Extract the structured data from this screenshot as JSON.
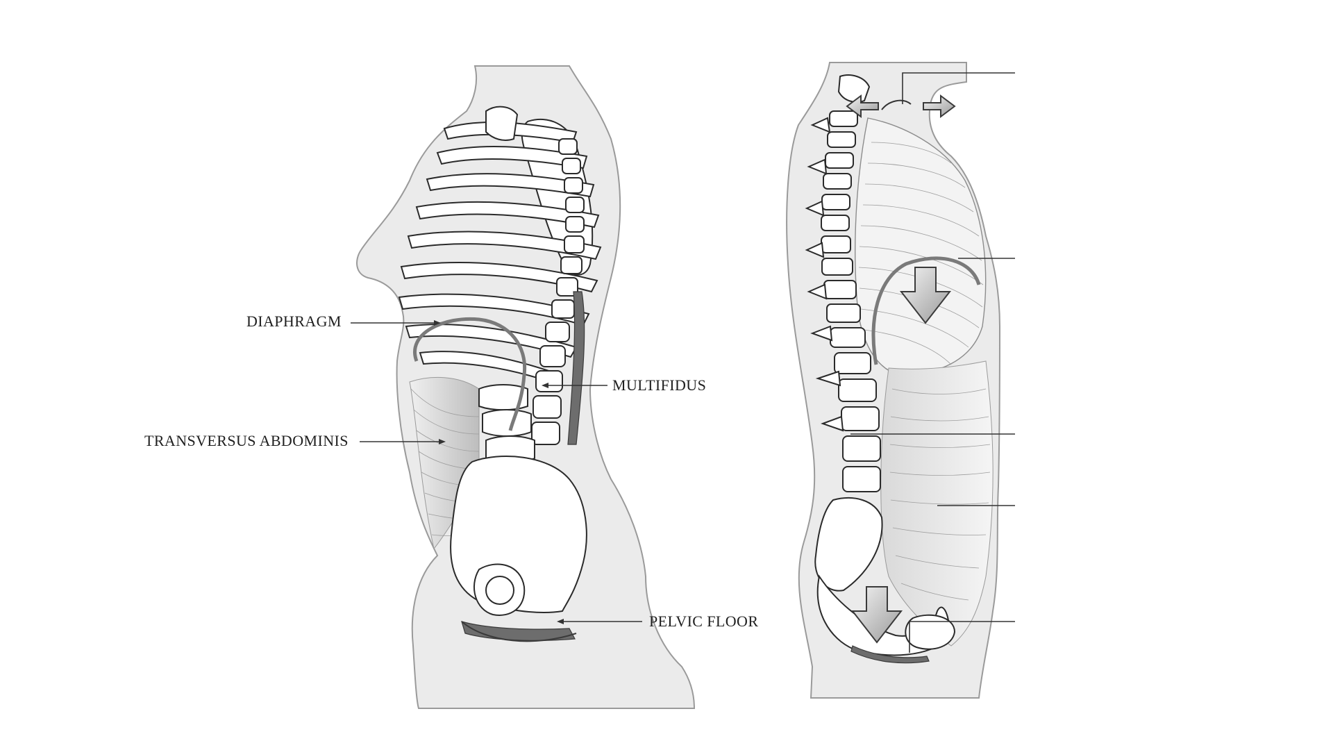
{
  "labels": {
    "diaphragm": "DIAPHRAGM",
    "multifidus": "MULTIFIDUS",
    "transversus_abdominis": "TRANSVERSUS ABDOMINIS",
    "pelvic_floor": "PELVIC FLOOR"
  },
  "colors": {
    "background": "#ffffff",
    "body_silhouette": "#ebebeb",
    "bone_outline": "#2a2a2a",
    "muscle_dark": "#6d6d6d",
    "label_text": "#1f1f1f"
  }
}
